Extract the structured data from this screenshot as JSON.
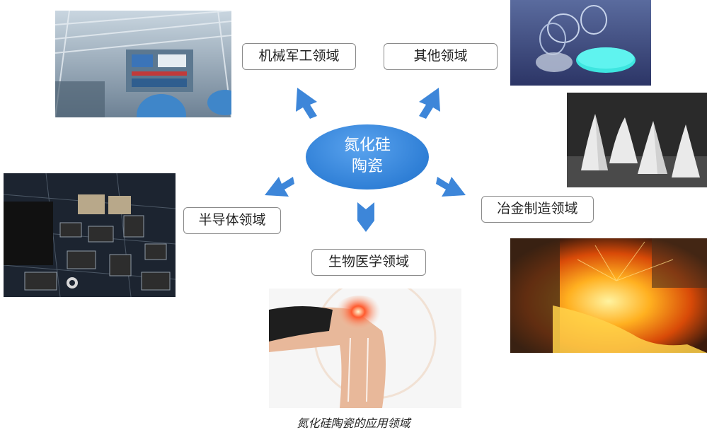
{
  "center": {
    "line1": "氮化硅",
    "line2": "陶瓷"
  },
  "fields": {
    "mechanical": "机械军工领域",
    "other": "其他领域",
    "semiconductor": "半导体领域",
    "metallurgy": "冶金制造领域",
    "biomedical": "生物医学领域"
  },
  "caption": "氮化硅陶瓷的应用领域",
  "colors": {
    "node": "#2f7fd6",
    "arrow": "#3d86d9"
  },
  "images": [
    {
      "name": "machinery-photo"
    },
    {
      "name": "ceramic-discs-photo"
    },
    {
      "name": "ceramic-cones-photo"
    },
    {
      "name": "circuit-board-photo"
    },
    {
      "name": "molten-metal-photo"
    },
    {
      "name": "knee-joint-photo"
    }
  ]
}
